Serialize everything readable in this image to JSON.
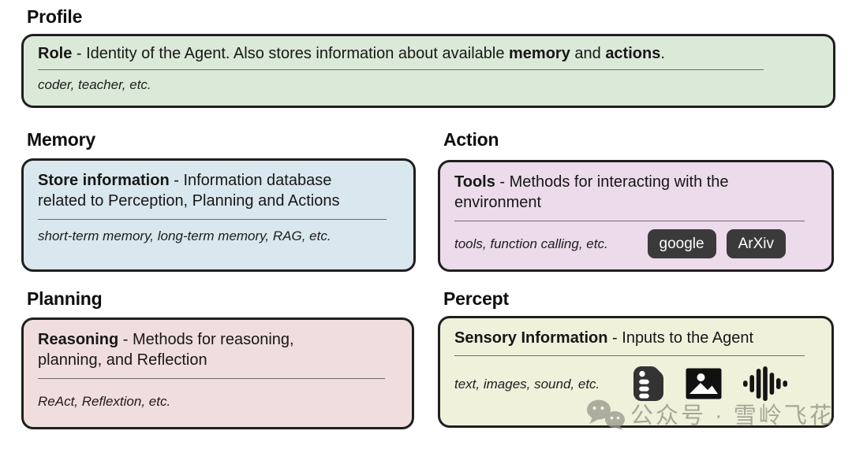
{
  "colors": {
    "page_bg": "#ffffff",
    "card_border": "#1f1f1f",
    "profile_bg": "#dbead8",
    "memory_bg": "#d9e7ee",
    "action_bg": "#ecdbea",
    "planning_bg": "#f0dddd",
    "percept_bg": "#f0f1db",
    "badge_bg": "#3a3a3a",
    "badge_text": "#ffffff",
    "icon_color": "#2b2b2b",
    "watermark_color": "#8a8a7e"
  },
  "sections": {
    "profile": {
      "heading": "Profile",
      "card_bg": "#dbead8",
      "segments": [
        {
          "text": "Role",
          "bold": true
        },
        {
          "text": " - Identity of the Agent. Also stores information about available ",
          "bold": false
        },
        {
          "text": "memory",
          "bold": true
        },
        {
          "text": " and ",
          "bold": false
        },
        {
          "text": "actions",
          "bold": true
        },
        {
          "text": ".",
          "bold": false
        }
      ],
      "example": "coder, teacher, etc."
    },
    "memory": {
      "heading": "Memory",
      "card_bg": "#d9e7ee",
      "segments": [
        {
          "text": "Store information",
          "bold": true
        },
        {
          "text": " - Information database related to Perception, Planning and Actions",
          "bold": false
        }
      ],
      "example": "short-term memory, long-term memory, RAG, etc."
    },
    "action": {
      "heading": "Action",
      "card_bg": "#ecdbea",
      "segments": [
        {
          "text": "Tools",
          "bold": true
        },
        {
          "text": " - Methods for interacting with the environment",
          "bold": false
        }
      ],
      "example": "tools, function calling, etc.",
      "badges": [
        "google",
        "ArXiv"
      ]
    },
    "planning": {
      "heading": "Planning",
      "card_bg": "#f0dddd",
      "segments": [
        {
          "text": "Reasoning",
          "bold": true
        },
        {
          "text": " - Methods for reasoning, planning, and Reflection",
          "bold": false
        }
      ],
      "example": "ReAct, Reflextion, etc."
    },
    "percept": {
      "heading": "Percept",
      "card_bg": "#f0f1db",
      "segments": [
        {
          "text": "Sensory Information",
          "bold": true
        },
        {
          "text": " - Inputs to the Agent",
          "bold": false
        }
      ],
      "example": "text, images, sound, etc.",
      "icons": [
        "document-icon",
        "image-icon",
        "audio-waveform-icon"
      ]
    }
  },
  "watermark": {
    "icon": "wechat-icon",
    "text": "公众号 · 雪岭飞花"
  }
}
